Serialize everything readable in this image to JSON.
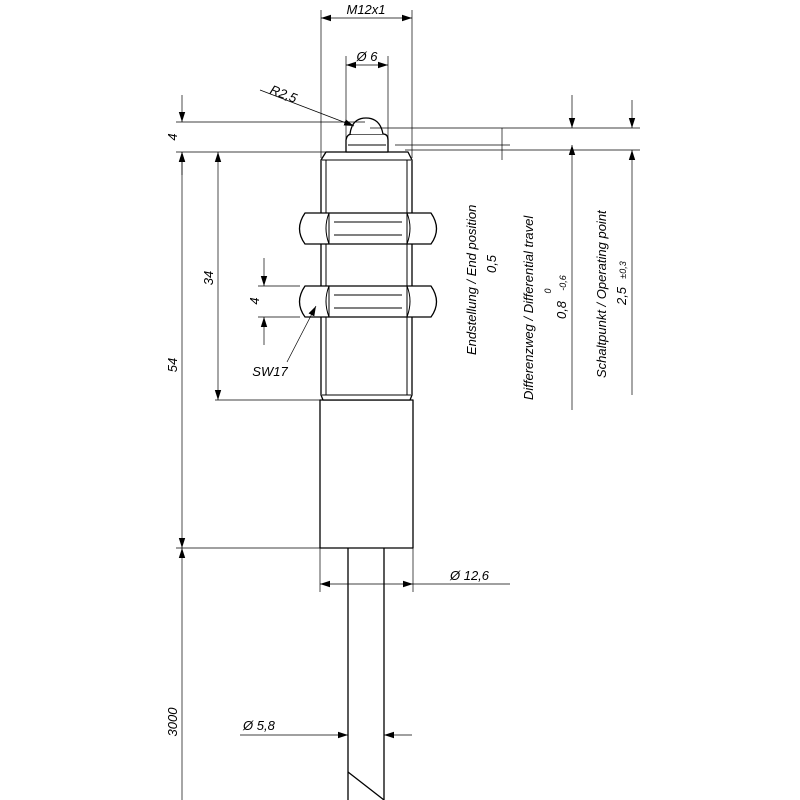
{
  "dimensions": {
    "thread": "M12x1",
    "plunger_diameter": "Ø 6",
    "ball_radius": "R2,5",
    "plunger_height": "4",
    "housing_height": "54",
    "thread_length": "34",
    "nut_height": "4",
    "wrench_size": "SW17",
    "body_diameter": "Ø 12,6",
    "cable_diameter": "Ø 5,8",
    "cable_length": "3000"
  },
  "positions": {
    "end_position_label": "Endstellung / End position",
    "end_position_value": "0,5",
    "differential_travel_label": "Differenzweg / Differential travel",
    "differential_travel_value": "0,8",
    "differential_travel_tol_upper": "0",
    "differential_travel_tol_lower": "-0,6",
    "operating_point_label": "Schaltpunkt / Operating point",
    "operating_point_value": "2,5",
    "operating_point_tol": "±0,3"
  }
}
